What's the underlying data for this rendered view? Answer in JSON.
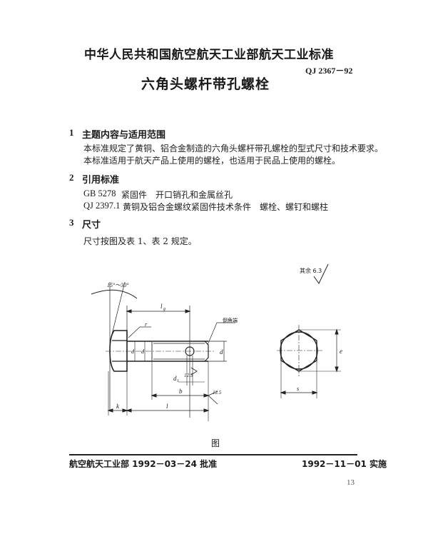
{
  "header": {
    "organization": "中华人民共和国航空航天工业部航天工业标准",
    "standard_code": "QJ 2367－92",
    "title": "六角头螺杆带孔螺栓"
  },
  "sections": [
    {
      "number": "1",
      "title": "主题内容与适用范围",
      "paragraphs": [
        "本标准规定了黄铜、铝合金制造的六角头螺杆带孔螺栓的型式尺寸和技术要求。",
        "本标准适用于航天产品上使用的螺栓，也适用于民品上使用的螺栓。"
      ]
    },
    {
      "number": "2",
      "title": "引用标准",
      "references": [
        {
          "code": "GB 5278",
          "description": "紧固件　开口销孔和金属丝孔"
        },
        {
          "code": "QJ 2397.1",
          "description": "黄铜及铝合金螺纹紧固件技术条件　螺栓、螺钉和螺柱"
        }
      ]
    },
    {
      "number": "3",
      "title": "尺寸",
      "paragraphs": [
        "尺寸按图及表 1、表 2 规定。"
      ]
    }
  ],
  "figure": {
    "caption": "图",
    "roughness_note": "其余 6.3",
    "angle_label": "15°～30°",
    "chamfer_label": "倒角端",
    "labels": {
      "lg": "l",
      "lg_sub": "g",
      "r": "r",
      "da": "d",
      "da_sub": "a",
      "ds": "d",
      "ds_sub": "s",
      "d": "d",
      "d1": "d",
      "d1_sub": "1",
      "b": "b",
      "k": "k",
      "l": "l",
      "e": "e",
      "s": "s",
      "roughness_hole": "12.5",
      "roughness_end": "12.5"
    }
  },
  "footer": {
    "approval": "航空航天工业部 1992－03－24 批准",
    "implementation": "1992－11－01 实施",
    "page_number": "13"
  }
}
